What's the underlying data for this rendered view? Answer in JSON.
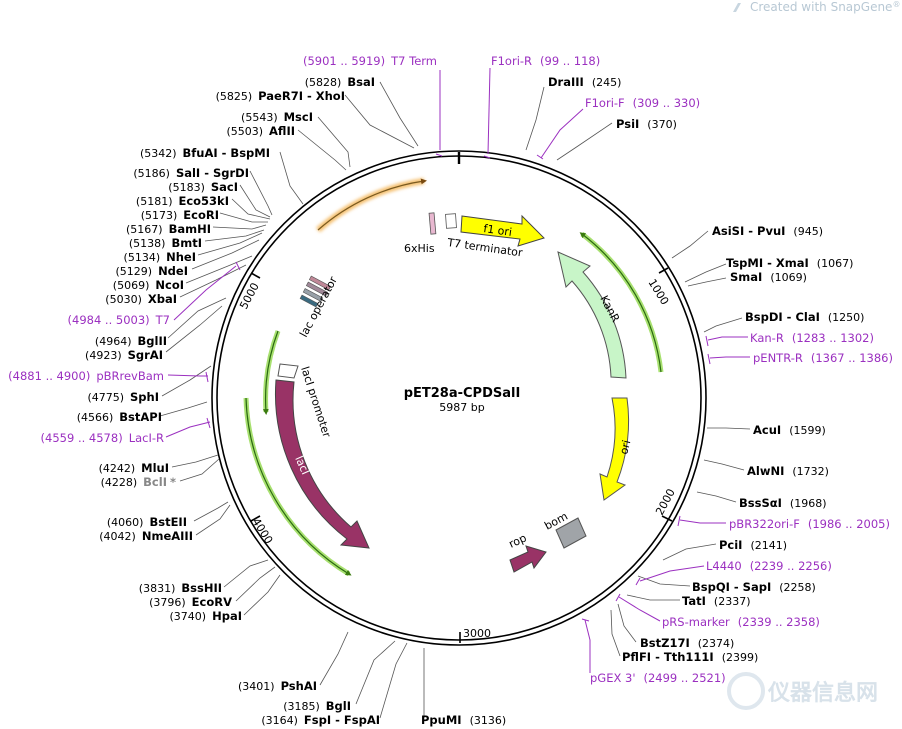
{
  "brand": {
    "prefix": "Created with ",
    "name": "SnapGene",
    "mark": "®"
  },
  "watermark": "仪器信息网",
  "map": {
    "name": "pET28a-CPDSalI",
    "length_label": "5987 bp",
    "ticks": [
      "1000",
      "2000",
      "3000",
      "4000",
      "5000"
    ]
  },
  "sites": [
    {
      "name": "BsaI",
      "pos": "(5828)"
    },
    {
      "name": "PaeR7I - XhoI",
      "pos": "(5825)"
    },
    {
      "name": "MscI",
      "pos": "(5543)"
    },
    {
      "name": "AflII",
      "pos": "(5503)"
    },
    {
      "name": "BfuAI - BspMI",
      "pos": "(5342)"
    },
    {
      "name": "SalI - SgrDI",
      "pos": "(5186)"
    },
    {
      "name": "SacI",
      "pos": "(5183)"
    },
    {
      "name": "Eco53kI",
      "pos": "(5181)"
    },
    {
      "name": "EcoRI",
      "pos": "(5173)"
    },
    {
      "name": "BamHI",
      "pos": "(5167)"
    },
    {
      "name": "BmtI",
      "pos": "(5138)"
    },
    {
      "name": "NheI",
      "pos": "(5134)"
    },
    {
      "name": "NdeI",
      "pos": "(5129)"
    },
    {
      "name": "NcoI",
      "pos": "(5069)"
    },
    {
      "name": "XbaI",
      "pos": "(5030)"
    },
    {
      "name": "BglII",
      "pos": "(4964)"
    },
    {
      "name": "SgrAI",
      "pos": "(4923)"
    },
    {
      "name": "SphI",
      "pos": "(4775)"
    },
    {
      "name": "BstAPI",
      "pos": "(4566)"
    },
    {
      "name": "MluI",
      "pos": "(4242)"
    },
    {
      "name": "BclI",
      "pos": "(4228)",
      "star": "*"
    },
    {
      "name": "BstEII",
      "pos": "(4060)"
    },
    {
      "name": "NmeAIII",
      "pos": "(4042)"
    },
    {
      "name": "BssHII",
      "pos": "(3831)"
    },
    {
      "name": "EcoRV",
      "pos": "(3796)"
    },
    {
      "name": "HpaI",
      "pos": "(3740)"
    },
    {
      "name": "PshAI",
      "pos": "(3401)"
    },
    {
      "name": "BglI",
      "pos": "(3185)"
    },
    {
      "name": "FspI - FspAI",
      "pos": "(3164)"
    },
    {
      "name": "PpuMI",
      "pos": "(3136)"
    },
    {
      "name": "DraIII",
      "pos": "(245)"
    },
    {
      "name": "PsiI",
      "pos": "(370)"
    },
    {
      "name": "AsiSI - PvuI",
      "pos": "(945)"
    },
    {
      "name": "TspMI - XmaI",
      "pos": "(1067)"
    },
    {
      "name": "SmaI",
      "pos": "(1069)"
    },
    {
      "name": "BspDI - ClaI",
      "pos": "(1250)"
    },
    {
      "name": "AcuI",
      "pos": "(1599)"
    },
    {
      "name": "AlwNI",
      "pos": "(1732)"
    },
    {
      "name": "BssSαI",
      "pos": "(1968)"
    },
    {
      "name": "PciI",
      "pos": "(2141)"
    },
    {
      "name": "BspQI - SapI",
      "pos": "(2258)"
    },
    {
      "name": "TatI",
      "pos": "(2337)"
    },
    {
      "name": "BstZ17I",
      "pos": "(2374)"
    },
    {
      "name": "PflFI - Tth111I",
      "pos": "(2399)"
    }
  ],
  "primers": [
    {
      "name": "T7 Term",
      "range": "(5901 .. 5919)"
    },
    {
      "name": "F1ori-R",
      "range": "(99 .. 118)"
    },
    {
      "name": "F1ori-F",
      "range": "(309 .. 330)"
    },
    {
      "name": "Kan-R",
      "range": "(1283 .. 1302)"
    },
    {
      "name": "pENTR-R",
      "range": "(1367 .. 1386)"
    },
    {
      "name": "pBR322ori-F",
      "range": "(1986 .. 2005)"
    },
    {
      "name": "L4440",
      "range": "(2239 .. 2256)"
    },
    {
      "name": "pRS-marker",
      "range": "(2339 .. 2358)"
    },
    {
      "name": "pGEX 3'",
      "range": "(2499 .. 2521)"
    },
    {
      "name": "T7",
      "range": "(4984 .. 5003)"
    },
    {
      "name": "pBRrevBam",
      "range": "(4881 .. 4900)"
    },
    {
      "name": "LacI-R",
      "range": "(4559 .. 4578)"
    }
  ],
  "features": {
    "his": "6xHis",
    "t7term": "T7 terminator",
    "f1ori": "f1 ori",
    "kanr": "KanR",
    "ori": "ori",
    "bom": "bom",
    "rop": "rop",
    "laci": "lacI",
    "laci_promoter": "lacI promoter",
    "lac_operator": "lac operator"
  },
  "colors": {
    "primer": "#9b30c0",
    "f1ori": "#ffff00",
    "ori": "#ffff00",
    "kanr": "#c8f5c8",
    "laci": "#993366",
    "rop": "#993366",
    "bom": "#a0a4a8",
    "orange_arc": "#f0a040",
    "green_arc": "#60b020"
  }
}
